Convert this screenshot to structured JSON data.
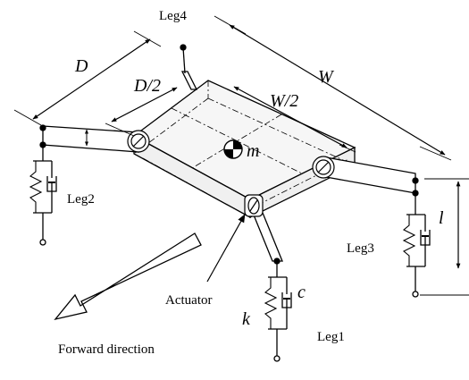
{
  "labels": {
    "leg1": "Leg1",
    "leg2": "Leg2",
    "leg3": "Leg3",
    "leg4": "Leg4",
    "actuator": "Actuator",
    "forward": "Forward direction"
  },
  "dims": {
    "D": "D",
    "D_half": "D/2",
    "W": "W",
    "W_half": "W/2",
    "l": "l",
    "m": "m",
    "k": "k",
    "c": "c"
  }
}
